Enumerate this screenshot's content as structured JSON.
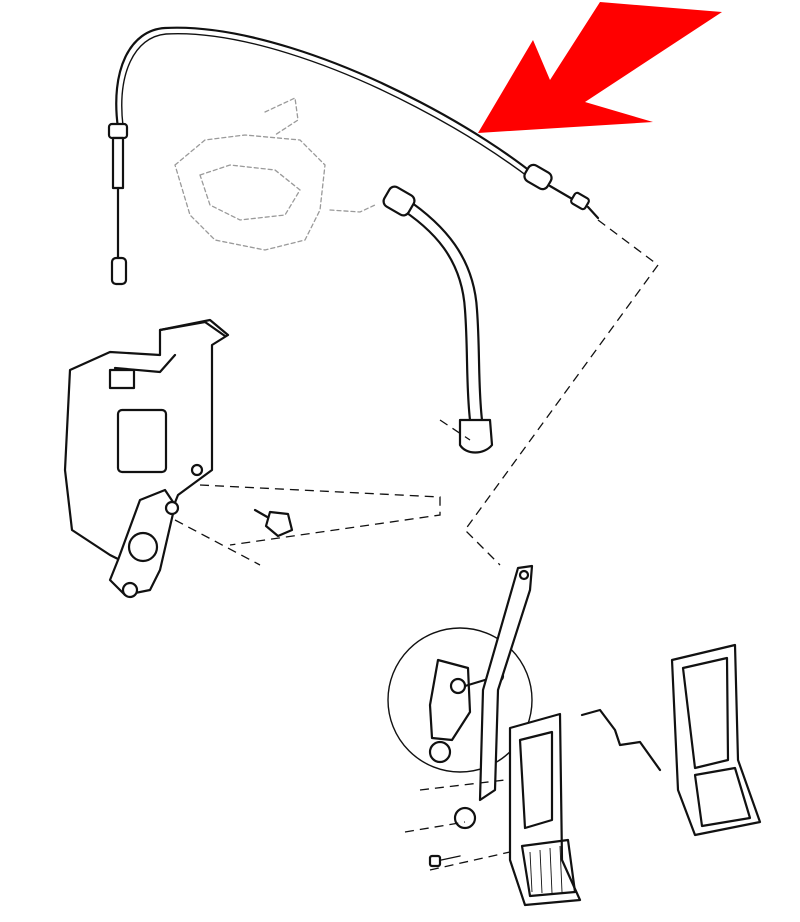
{
  "diagram": {
    "kind": "exploded-parts-diagram",
    "parts": [
      "accelerator-cable",
      "mounting-bracket",
      "flexible-cable",
      "screw",
      "pedal-arm-assembly",
      "pedal",
      "pedal-pad",
      "return-spring"
    ]
  },
  "highlight": {
    "icon": "arrow-icon",
    "color": "#ff0000",
    "points_to": "accelerator-cable"
  },
  "colors": {
    "line_art": "#111111",
    "background": "#ffffff"
  }
}
